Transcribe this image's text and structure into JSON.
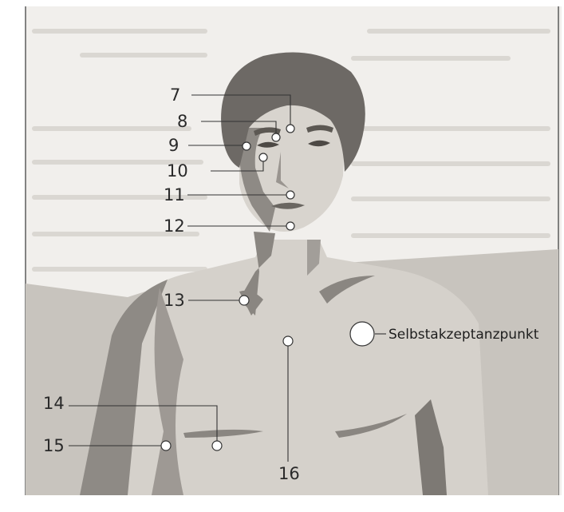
{
  "points": [
    {
      "id": "7",
      "label": "7"
    },
    {
      "id": "8",
      "label": "8"
    },
    {
      "id": "9",
      "label": "9"
    },
    {
      "id": "10",
      "label": "10"
    },
    {
      "id": "11",
      "label": "11"
    },
    {
      "id": "12",
      "label": "12"
    },
    {
      "id": "13",
      "label": "13"
    },
    {
      "id": "14",
      "label": "14"
    },
    {
      "id": "15",
      "label": "15"
    },
    {
      "id": "16",
      "label": "16"
    }
  ],
  "self_acceptance_point": {
    "label": "Selbstakzeptanzpunkt"
  },
  "colors": {
    "paper": "#f4f2ef",
    "background_gray": "#cdc9c3",
    "body": "#d6d2cc",
    "shadow": "#8f8a85",
    "hair": "#6e6a66",
    "line": "#333333"
  }
}
